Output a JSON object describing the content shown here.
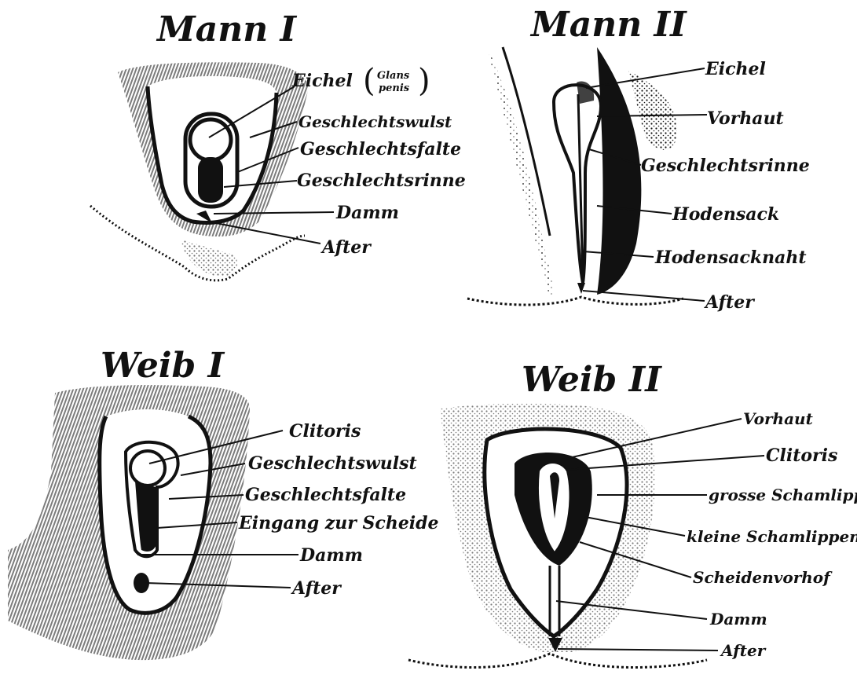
{
  "panels": {
    "mann1": {
      "title": "Mann I",
      "labels": {
        "eichel": "Eichel",
        "glans": "Glans",
        "penis": "penis",
        "wulst": "Geschlechtswulst",
        "falte": "Geschlechtsfalte",
        "rinne": "Geschlechtsrinne",
        "damm": "Damm",
        "after": "After"
      }
    },
    "mann2": {
      "title": "Mann II",
      "labels": {
        "eichel": "Eichel",
        "vorhaut": "Vorhaut",
        "rinne": "Geschlechtsrinne",
        "hodensack": "Hodensack",
        "naht": "Hodensacknaht",
        "after": "After"
      }
    },
    "weib1": {
      "title": "Weib I",
      "labels": {
        "clitoris": "Clitoris",
        "wulst": "Geschlechtswulst",
        "falte": "Geschlechtsfalte",
        "eingang": "Eingang zur Scheide",
        "damm": "Damm",
        "after": "After"
      }
    },
    "weib2": {
      "title": "Weib II",
      "labels": {
        "vorhaut": "Vorhaut",
        "clitoris": "Clitoris",
        "grosse": "grosse Schamlippen",
        "kleine": "kleine Schamlippen",
        "vorhof": "Scheidenvorhof",
        "damm": "Damm",
        "after": "After"
      }
    }
  },
  "colors": {
    "ink": "#111111",
    "paper": "#ffffff"
  }
}
